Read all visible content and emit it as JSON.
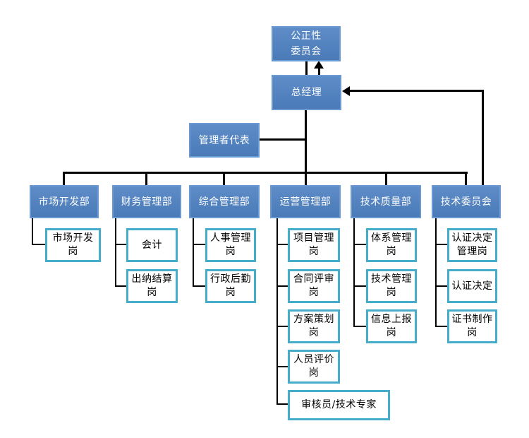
{
  "nodes": {
    "impartiality_committee": {
      "label": "公正性\n委员会"
    },
    "general_manager": {
      "label": "总经理"
    },
    "management_representative": {
      "label": "管理者代表"
    }
  },
  "departments": [
    {
      "label": "市场开发部",
      "positions": [
        {
          "label": "市场开发\n岗"
        }
      ]
    },
    {
      "label": "财务管理部",
      "positions": [
        {
          "label": "会计"
        },
        {
          "label": "出纳结算\n岗"
        }
      ]
    },
    {
      "label": "综合管理部",
      "positions": [
        {
          "label": "人事管理\n岗"
        },
        {
          "label": "行政后勤\n岗"
        }
      ]
    },
    {
      "label": "运营管理部",
      "positions": [
        {
          "label": "项目管理\n岗"
        },
        {
          "label": "合同评审\n岗"
        },
        {
          "label": "方案策划\n岗"
        },
        {
          "label": "人员评价\n岗"
        },
        {
          "label": "审核员/技术专家"
        }
      ]
    },
    {
      "label": "技术质量部",
      "positions": [
        {
          "label": "体系管理\n岗"
        },
        {
          "label": "技术管理\n岗"
        },
        {
          "label": "信息上报\n岗"
        }
      ]
    },
    {
      "label": "技术委员会",
      "positions": [
        {
          "label": "认证决定\n管理岗"
        },
        {
          "label": "认证决定"
        },
        {
          "label": "证书制作\n岗"
        }
      ]
    }
  ],
  "colors": {
    "department_fill": "#4F81BD",
    "department_border": "#6B9AD2",
    "position_border": "#45ADC9",
    "connector": "#000000"
  }
}
